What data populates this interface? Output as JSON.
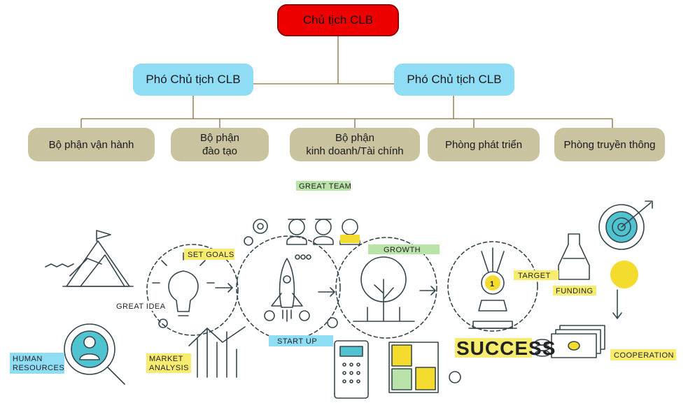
{
  "org_chart": {
    "root": "Chủ tịch CLB",
    "vice_left": "Phó Chủ tịch CLB",
    "vice_right": "Phó Chủ tịch CLB",
    "departments": [
      "Bộ phận vận hành",
      "Bộ phận\nđào tạo",
      "Bộ phận\nkinh doanh/Tài chính",
      "Phòng phát triển",
      "Phòng truyền thông"
    ]
  },
  "illustration": {
    "labels": {
      "great_team": "GREAT TEAM",
      "set_goals": "SET GOALS",
      "growth": "GROWTH",
      "target": "TARGET",
      "funding": "FUNDING",
      "great_idea": "GREAT IDEA",
      "human_resources": "HUMAN\nRESOURCES",
      "market_analysis": "MARKET\nANALYSIS",
      "start_up": "START UP",
      "success": "SUCCESS",
      "cooperation": "COOPERATION",
      "medal_number": "1"
    },
    "colors": {
      "root_box": "#ee0000",
      "vice_box": "#8fdcf5",
      "dept_box": "#c9c3a0",
      "label_highlight": "#f7ec6e",
      "growth_highlight": "#b9e3a8",
      "line_art": "#37474f",
      "accent_teal": "#4fc3d0",
      "accent_yellow": "#f3dc2e"
    }
  }
}
